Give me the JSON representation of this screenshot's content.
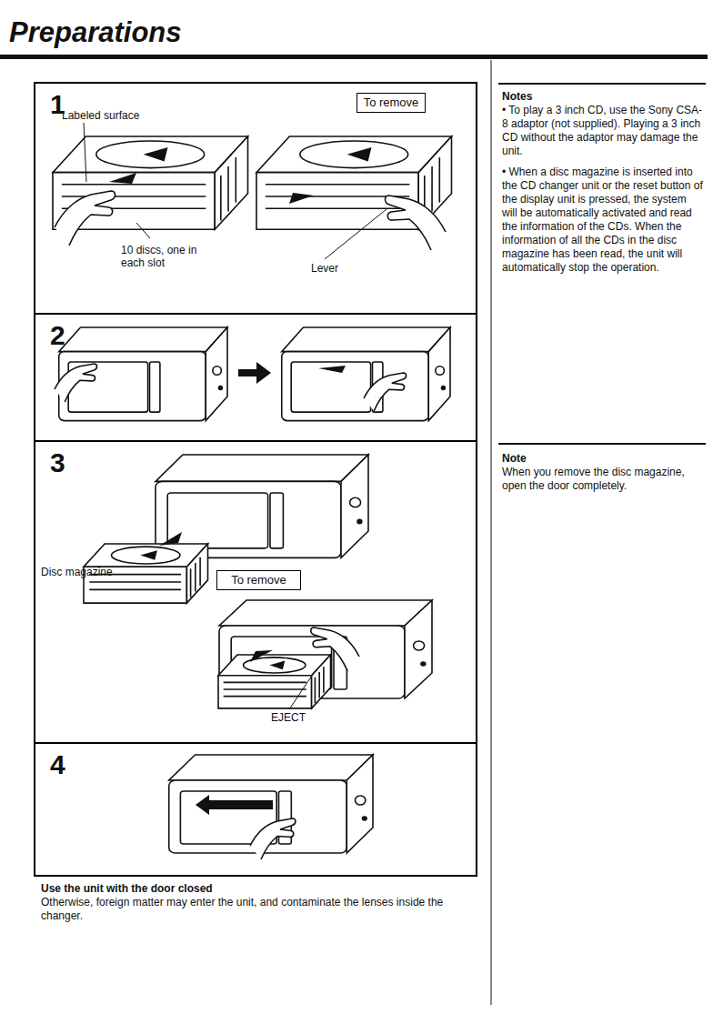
{
  "diagram": {
    "title": "Preparations",
    "nodes": [
      {
        "text": [
          "1"
        ]
      },
      {
        "text": [
          "To remove"
        ],
        "in": 0
      },
      {
        "text": [
          "2"
        ]
      },
      {
        "text": [
          "3"
        ]
      },
      {
        "text": [
          "To remove"
        ],
        "in": 3
      },
      {
        "text": [
          "4"
        ]
      }
    ],
    "labels": [
      "Labeled surface",
      "10 discs, one in each slot",
      "Lever",
      "Disc magazine",
      "EJECT",
      "Use the unit with the door closed",
      "Otherwise, foreign matter may enter the unit, and contaminate the lenses inside the changer.",
      "Notes",
      "• To play a 3 inch CD, use the Sony CSA-8 adaptor (not supplied). Playing a 3 inch CD without the adaptor may damage the unit.",
      "• When a disc magazine is inserted into the CD changer unit or the reset button of the display unit is pressed, the system will be automatically activated and read the information of the CDs. When the information of all the CDs in the disc magazine has been read, the unit will automatically stop the operation.",
      "Note",
      "When you remove the disc magazine, open the door completely."
    ]
  }
}
